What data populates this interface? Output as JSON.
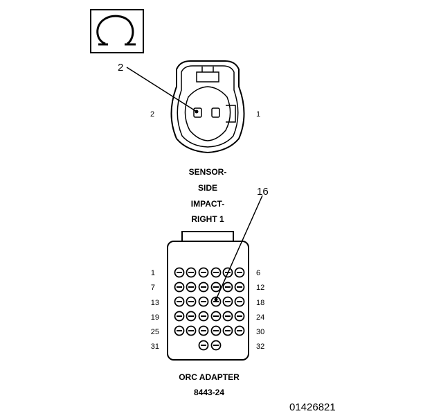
{
  "symbol": {
    "icon": "ohm-icon",
    "glyph": "Ω"
  },
  "sensor_connector": {
    "callout": "2",
    "pin_left": "2",
    "pin_right": "1",
    "label_lines": [
      "SENSOR-",
      "SIDE",
      "IMPACT-",
      "RIGHT 1"
    ]
  },
  "orc_adapter": {
    "callout": "16",
    "row_labels_left": [
      "1",
      "7",
      "13",
      "19",
      "25",
      "31"
    ],
    "row_labels_right": [
      "6",
      "12",
      "18",
      "24",
      "30",
      "32"
    ],
    "name": "ORC ADAPTER",
    "part_number": "8443-24"
  },
  "figure_id": "01426821"
}
